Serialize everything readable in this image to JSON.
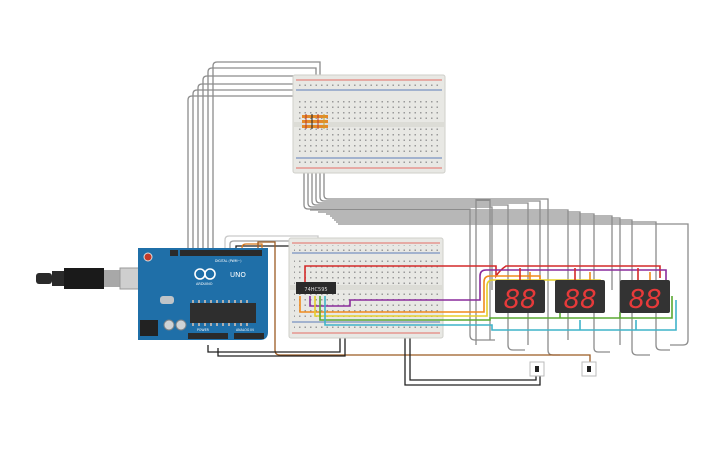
{
  "arduino": {
    "label_uno": "UNO",
    "label_brand": "ARDUINO",
    "label_digital": "DIGITAL (PWM~)",
    "label_power": "POWER",
    "label_analog": "ANALOG IN"
  },
  "ic": {
    "label": "74HC595"
  },
  "displays": [
    {
      "id": "display-1",
      "digits": "88"
    },
    {
      "id": "display-2",
      "digits": "88"
    },
    {
      "id": "display-3",
      "digits": "88"
    }
  ],
  "colors": {
    "wire_gray": "#8c8c8c",
    "wire_red": "#d42a2a",
    "wire_orange": "#f08a1c",
    "wire_yellow": "#e6cf2a",
    "wire_green": "#5aa832",
    "wire_purple": "#8a2c9c",
    "wire_cyan": "#3fb3c9",
    "wire_brown": "#9b5a22",
    "wire_black": "#222222",
    "board_blue": "#1f6fa8",
    "breadboard": "#e8e8e4",
    "display_body": "#333333",
    "segment": "#e63a3a"
  }
}
